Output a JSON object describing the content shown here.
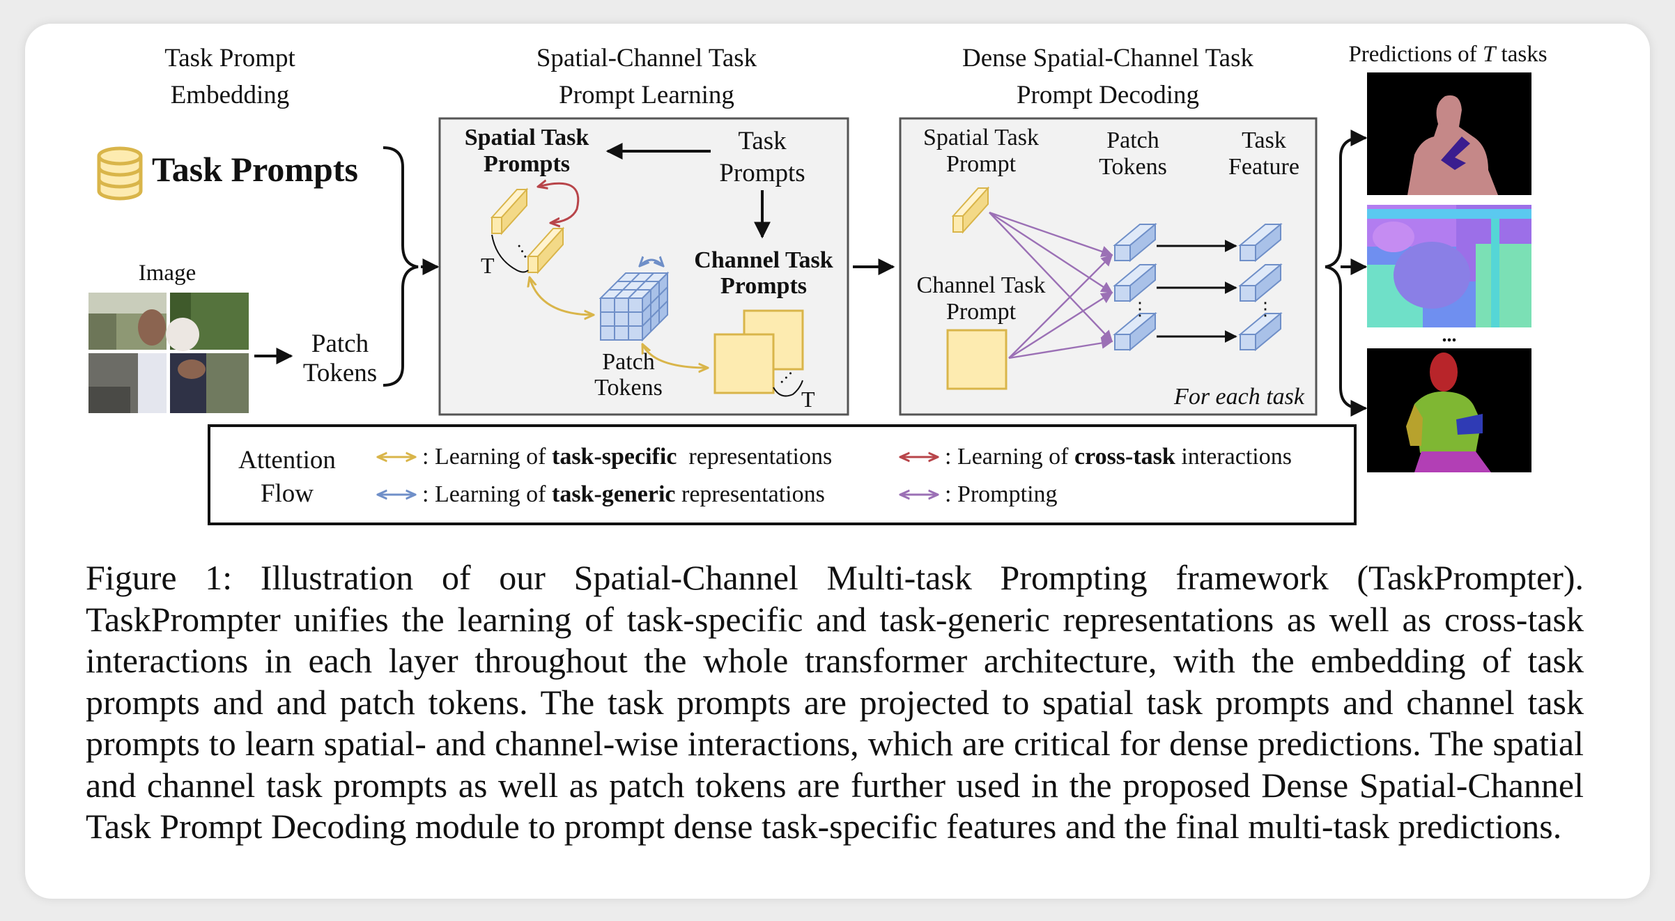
{
  "headers": {
    "embedding": [
      "Task Prompt",
      "Embedding"
    ],
    "learning": [
      "Spatial-Channel Task",
      "Prompt Learning"
    ],
    "decoding": [
      "Dense Spatial-Channel Task",
      "Prompt Decoding"
    ],
    "predictions": "Predictions of T tasks"
  },
  "embedding": {
    "task_prompts": "Task Prompts",
    "image_label": "Image",
    "patch_tokens": [
      "Patch",
      "Tokens"
    ]
  },
  "learning": {
    "spatial_task_prompts": [
      "Spatial Task",
      "Prompts"
    ],
    "task_prompts": [
      "Task",
      "Prompts"
    ],
    "channel_task_prompts": [
      "Channel Task",
      "Prompts"
    ],
    "patch_tokens": [
      "Patch",
      "Tokens"
    ],
    "t_symbol": "T"
  },
  "decoding": {
    "spatial_task_prompt": [
      "Spatial Task",
      "Prompt"
    ],
    "patch_tokens": [
      "Patch",
      "Tokens"
    ],
    "task_feature": [
      "Task",
      "Feature"
    ],
    "channel_task_prompt": [
      "Channel Task",
      "Prompt"
    ],
    "for_each_task": "For each task"
  },
  "legend": {
    "title": [
      "Attention",
      "Flow"
    ],
    "items": [
      {
        "color": "#d9b54a",
        "prefix": ": Learning of ",
        "bold": "task-specific",
        "suffix": "  representations"
      },
      {
        "color": "#6f8fc8",
        "prefix": ": Learning of ",
        "bold": "task-generic",
        "suffix": " representations"
      },
      {
        "color": "#b8454a",
        "prefix": ": Learning of ",
        "bold": "cross-task",
        "suffix": " interactions"
      },
      {
        "color": "#9b70b5",
        "prefix": ": Prompting",
        "bold": "",
        "suffix": ""
      }
    ]
  },
  "ellipsis": "...",
  "caption": "Figure 1: Illustration of our Spatial-Channel Multi-task Prompting framework (TaskPrompter). TaskPrompter unifies the learning of task-specific and task-generic representations as well as cross-task interactions in each layer throughout the whole transformer architecture, with the embedding of task prompts and and patch tokens. The task prompts are projected to spatial task prompts and channel task prompts to learn spatial- and channel-wise interactions, which are critical for dense predictions. The spatial and channel task prompts as well as patch tokens are further used in the proposed Dense Spatial-Channel Task Prompt Decoding module to prompt dense task-specific features and the final multi-task predictions.",
  "colors": {
    "yellow_fill": "#fdebb0",
    "yellow_stroke": "#d9b54a",
    "blue_fill": "#c8d8f2",
    "blue_stroke": "#6f8fc8",
    "box_fill": "#f2f2f2",
    "box_stroke": "#555555",
    "prompt_arrow": "#9b70b5",
    "cross_arrow": "#b8454a"
  }
}
